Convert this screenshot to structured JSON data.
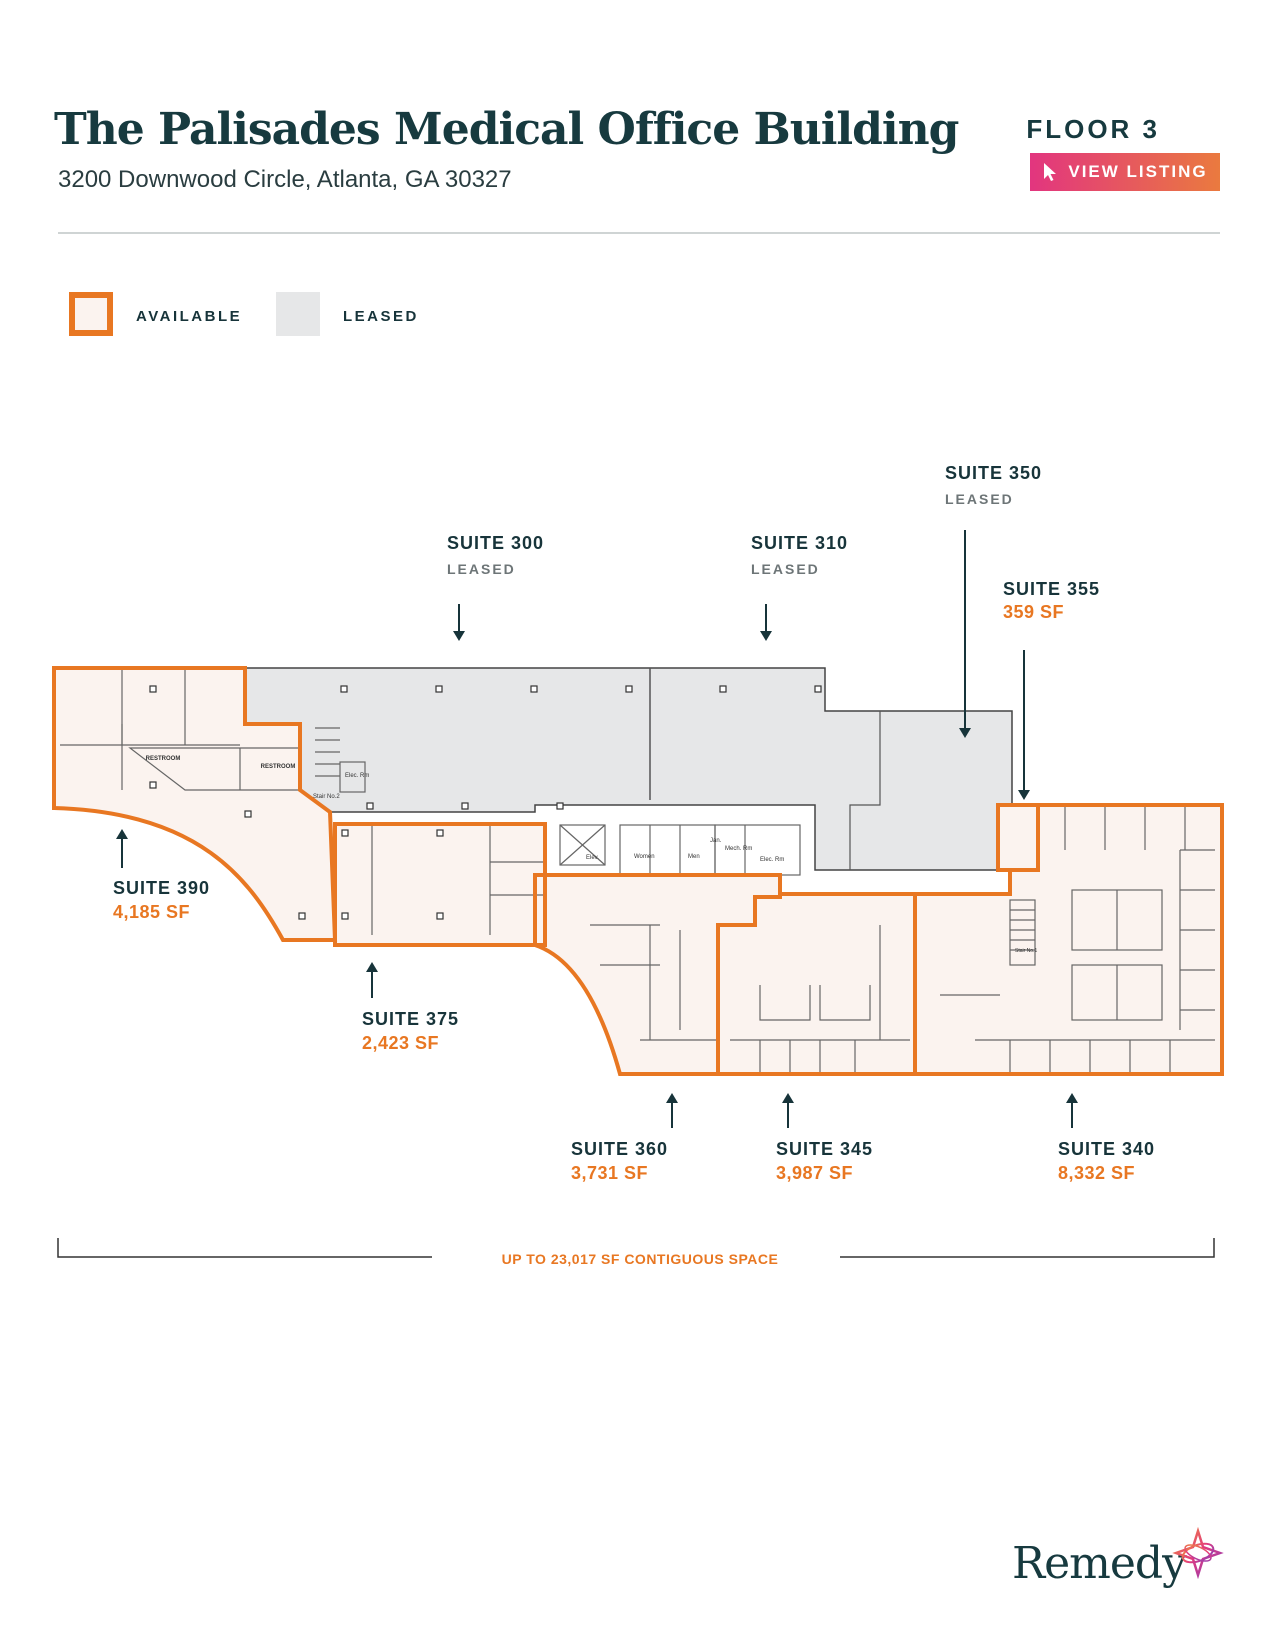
{
  "header": {
    "title": "The Palisades Medical Office Building",
    "address": "3200 Downwood Circle, Atlanta, GA 30327",
    "floor": "FLOOR 3",
    "view_listing": "VIEW LISTING"
  },
  "legend": {
    "available": "AVAILABLE",
    "leased": "LEASED"
  },
  "colors": {
    "available_outline": "#e87722",
    "available_fill": "#fbf3ef",
    "leased_fill": "#e6e7e8",
    "title": "#173a3f",
    "button_gradient": [
      "#e2357f",
      "#ea7a3f"
    ]
  },
  "suites": {
    "s300": {
      "name": "SUITE 300",
      "status": "LEASED"
    },
    "s310": {
      "name": "SUITE 310",
      "status": "LEASED"
    },
    "s350": {
      "name": "SUITE 350",
      "status": "LEASED"
    },
    "s355": {
      "name": "SUITE 355",
      "sf": "359 SF"
    },
    "s390": {
      "name": "SUITE 390",
      "sf": "4,185 SF"
    },
    "s375": {
      "name": "SUITE 375",
      "sf": "2,423 SF"
    },
    "s360": {
      "name": "SUITE 360",
      "sf": "3,731 SF"
    },
    "s345": {
      "name": "SUITE 345",
      "sf": "3,987 SF"
    },
    "s340": {
      "name": "SUITE 340",
      "sf": "8,332 SF"
    }
  },
  "plan_labels": {
    "restroom": "RESTROOM",
    "elec_rm": "Elec. Rm",
    "stair_2": "Stair No.2",
    "stair_1": "Stair No.1",
    "elev": "Elev.",
    "women": "Women",
    "men": "Men",
    "jan": "Jan.",
    "mech_rm": "Mech. Rm"
  },
  "contiguous": "UP TO 23,017 SF CONTIGUOUS SPACE",
  "brand": {
    "name": "Remedy",
    "logo_icon": "remedy-logo-icon"
  }
}
